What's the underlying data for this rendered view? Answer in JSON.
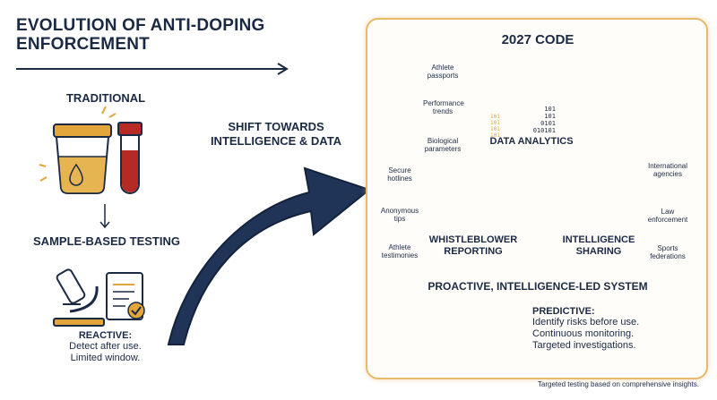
{
  "title": "EVOLUTION OF ANTI-DOPING ENFORCEMENT",
  "traditional": {
    "heading": "TRADITIONAL",
    "method": "SAMPLE-BASED TESTING",
    "reactive_label": "REACTIVE:",
    "reactive_lines": [
      "Detect after use.",
      "Limited window."
    ]
  },
  "shift_label": "SHIFT TOWARDS INTELLIGENCE & DATA",
  "code": {
    "heading": "2027 CODE",
    "data_inputs": [
      "Athlete passports",
      "Performance trends",
      "Biological parameters"
    ],
    "data_analytics": "DATA ANALYTICS",
    "binary_lines": [
      "101",
      "101",
      "0101",
      "010101"
    ],
    "binary_small": [
      "101",
      "101",
      "101",
      "101"
    ],
    "reporting_inputs": [
      "Secure hotlines",
      "Anonymous tips",
      "Athlete testimonies"
    ],
    "whistleblower": "WHISTLEBLOWER REPORTING",
    "intel": "INTELLIGENCE SHARING",
    "partners": [
      "International agencies",
      "Law enforcement",
      "Sports federations"
    ],
    "system_heading": "PROACTIVE, INTELLIGENCE-LED SYSTEM",
    "predictive_label": "PREDICTIVE:",
    "predictive_lines": [
      "Identify risks before use.",
      "Continuous monitoring.",
      "Targeted investigations."
    ]
  },
  "footer": "Targeted testing based on comprehensive insights.",
  "colors": {
    "navy": "#1b2a44",
    "gold": "#e3a63a",
    "accent_red": "#b52a25",
    "panel_border": "#e8b96a"
  }
}
